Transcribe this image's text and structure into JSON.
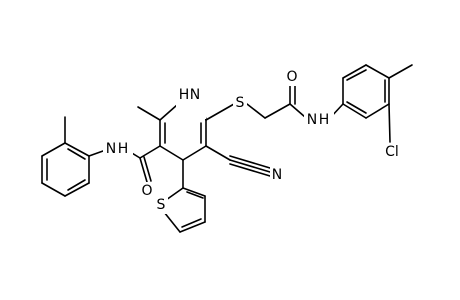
{
  "diagram": {
    "type": "chemical-structure",
    "atom_labels": {
      "nh_ring": "H",
      "nh_ring_n": "N",
      "s_thioether": "S",
      "o_acetamide": "O",
      "nh_acetamide": "N",
      "h_acetamide": "H",
      "cl": "Cl",
      "nh_amide": "N",
      "h_amide": "H",
      "o_amide": "O",
      "n_nitrile": "N",
      "s_thiophene": "S"
    },
    "colors": {
      "bond": "#000000",
      "label": "#000000",
      "background": "#ffffff"
    }
  }
}
